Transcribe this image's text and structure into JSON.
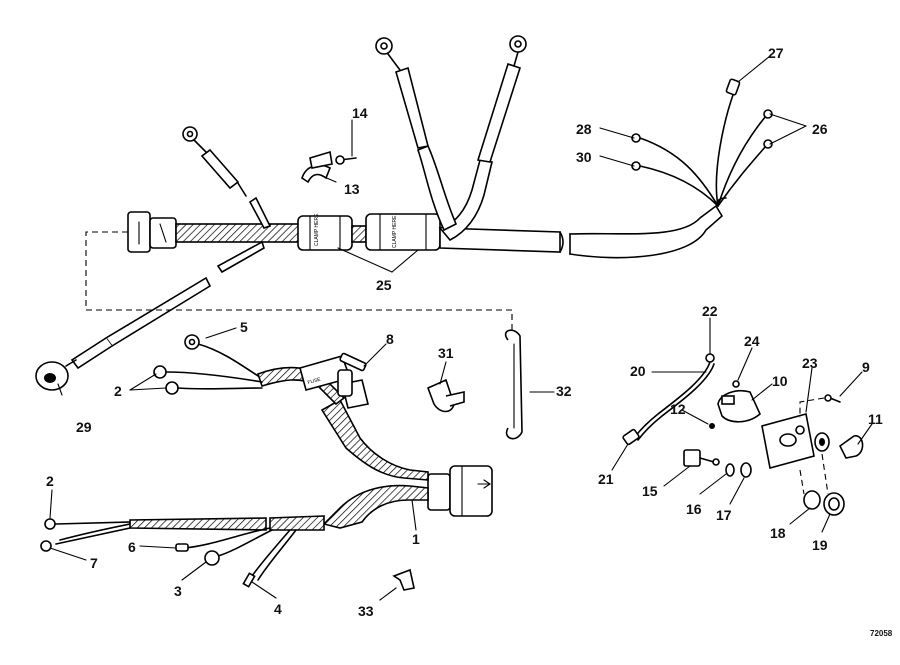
{
  "callouts": {
    "c1": "1",
    "c2a": "2",
    "c2b": "2",
    "c3": "3",
    "c4": "4",
    "c5": "5",
    "c6": "6",
    "c7": "7",
    "c8": "8",
    "c9": "9",
    "c10": "10",
    "c11": "11",
    "c12": "12",
    "c13": "13",
    "c14": "14",
    "c15": "15",
    "c16": "16",
    "c17": "17",
    "c18": "18",
    "c19": "19",
    "c20": "20",
    "c21": "21",
    "c22": "22",
    "c23": "23",
    "c24": "24",
    "c25": "25",
    "c26": "26",
    "c27": "27",
    "c28": "28",
    "c29": "29",
    "c30": "30",
    "c31": "31",
    "c32": "32",
    "c33": "33"
  },
  "sleeve_text": {
    "clamp_here_a": "CLAMP HERE",
    "clamp_here_b": "CLAMP HERE",
    "fuse_label": "FUSE"
  },
  "drawing_code": "72058"
}
